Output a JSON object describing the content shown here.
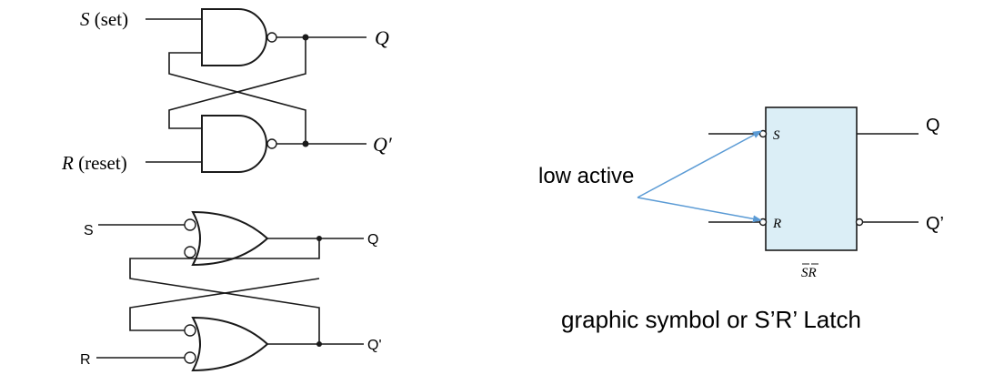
{
  "nand_latch": {
    "s_input_var": "S",
    "s_input_desc": " (set)",
    "r_input_var": "R",
    "r_input_desc": " (reset)",
    "q_output": "Q",
    "q_prime_output": "Q′"
  },
  "nor_latch": {
    "s_label": "S",
    "r_label": "R",
    "q_label": "Q",
    "q_prime_label": "Q'"
  },
  "symbol": {
    "s_pin": "S",
    "r_pin": "R",
    "q_out": "Q",
    "q_prime_out": "Q’",
    "bottom_label": "SR",
    "annotation": "low active",
    "caption": "graphic symbol or S’R’ Latch",
    "fill_color": "#dbeef6",
    "arrow_color": "#5b9bd5"
  }
}
